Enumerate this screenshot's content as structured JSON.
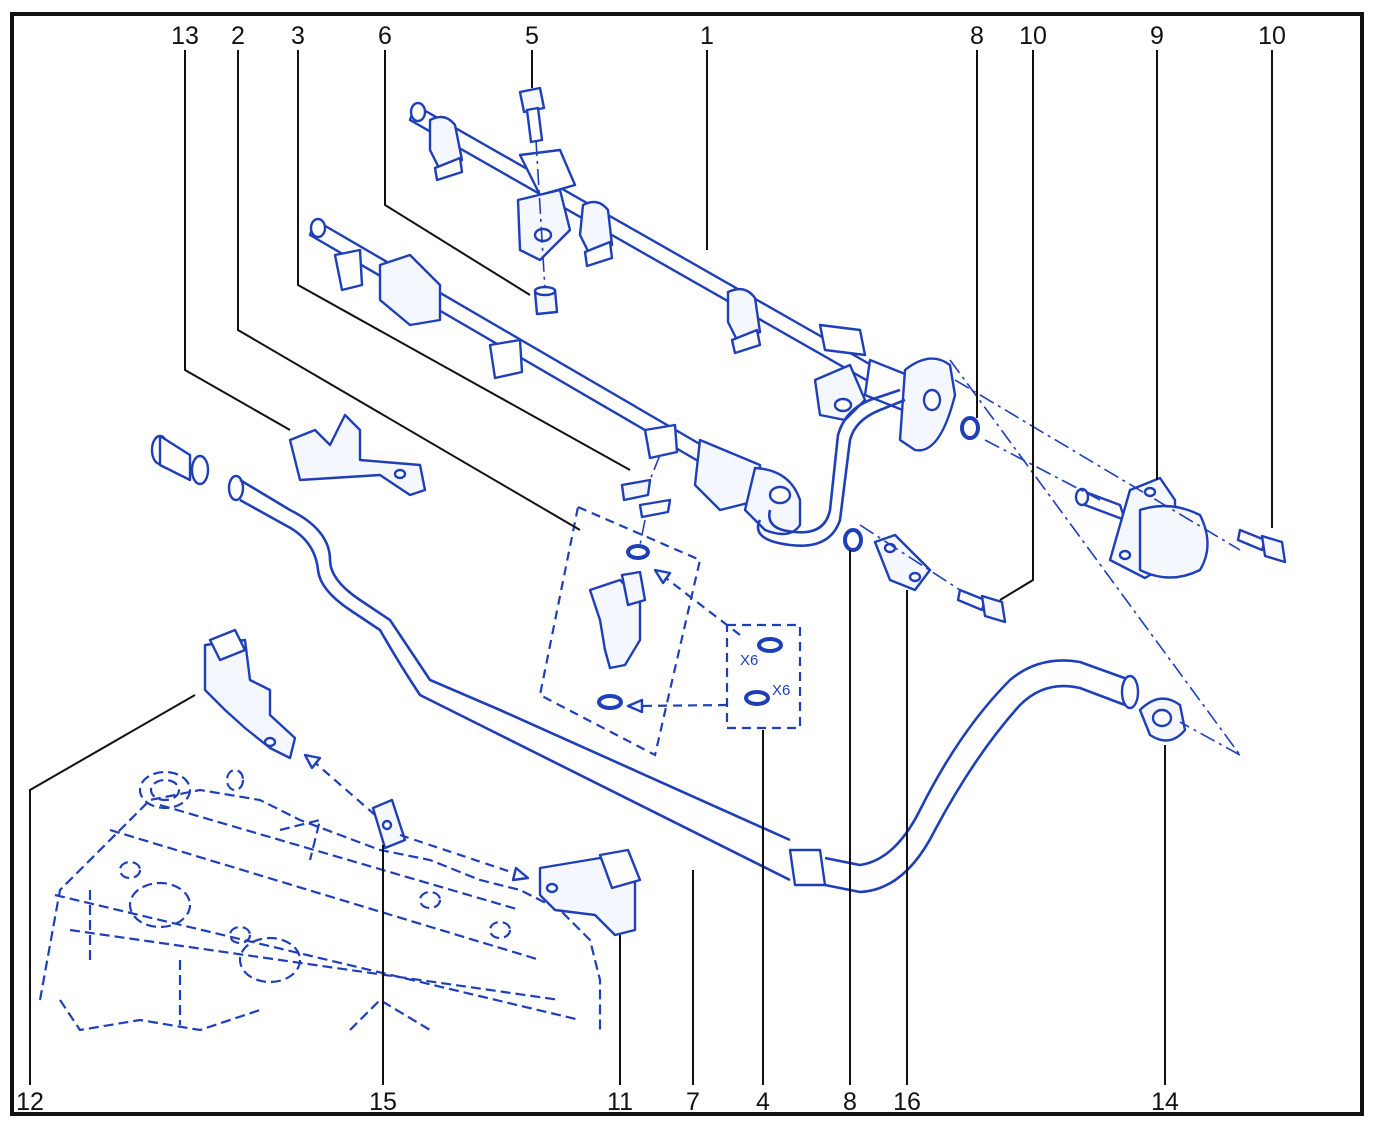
{
  "labels": {
    "l13": "13",
    "l2": "2",
    "l3": "3",
    "l6": "6",
    "l5": "5",
    "l1": "1",
    "l8a": "8",
    "l10a": "10",
    "l9": "9",
    "l10b": "10",
    "l12": "12",
    "l15": "15",
    "l11": "11",
    "l7": "7",
    "l4": "4",
    "l8b": "8",
    "l16": "16",
    "l14": "14"
  },
  "quantities": {
    "upper": "X6",
    "lower": "X6"
  },
  "colors": {
    "line": "#1f3fb8",
    "frame": "#111111",
    "background": "#ffffff"
  }
}
